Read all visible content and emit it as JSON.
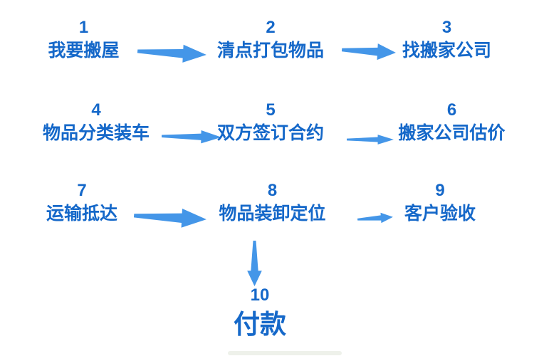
{
  "colors": {
    "background": "#ffffff",
    "step_text": "#1568c9",
    "arrow": "#4496e8",
    "bottom_artifact": "#eef1ea"
  },
  "steps": [
    {
      "number": "1",
      "label": "我要搬屋"
    },
    {
      "number": "2",
      "label": "清点打包物品"
    },
    {
      "number": "3",
      "label": "找搬家公司"
    },
    {
      "number": "4",
      "label": "物品分类装车"
    },
    {
      "number": "5",
      "label": "双方签订合约"
    },
    {
      "number": "6",
      "label": "搬家公司估价"
    },
    {
      "number": "7",
      "label": "运输抵达"
    },
    {
      "number": "8",
      "label": "物品装卸定位"
    },
    {
      "number": "9",
      "label": "客户验收"
    },
    {
      "number": "10",
      "label": "付款"
    }
  ],
  "icons": {
    "arrow_right": "tapered-right-arrow",
    "arrow_down": "tapered-down-arrow"
  }
}
